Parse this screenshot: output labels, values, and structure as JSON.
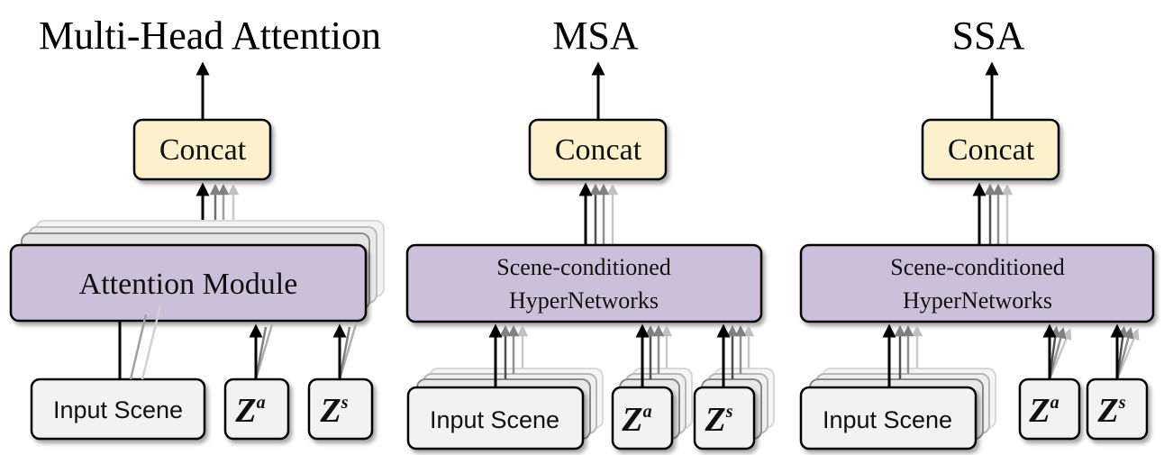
{
  "panels": [
    {
      "title": "Multi-Head Attention",
      "concat_label": "Concat",
      "module_lines": [
        "Attention Module"
      ],
      "input_label": "Input Scene",
      "z_a": {
        "base": "Z",
        "sup": "a"
      },
      "z_s": {
        "base": "Z",
        "sup": "s"
      }
    },
    {
      "title": "MSA",
      "concat_label": "Concat",
      "module_lines": [
        "Scene-conditioned",
        "HyperNetworks"
      ],
      "input_label": "Input Scene",
      "z_a": {
        "base": "Z",
        "sup": "a"
      },
      "z_s": {
        "base": "Z",
        "sup": "s"
      }
    },
    {
      "title": "SSA",
      "concat_label": "Concat",
      "module_lines": [
        "Scene-conditioned",
        "HyperNetworks"
      ],
      "input_label": "Input Scene",
      "z_a": {
        "base": "Z",
        "sup": "a"
      },
      "z_s": {
        "base": "Z",
        "sup": "s"
      }
    }
  ],
  "colors": {
    "concat_fill": "#fdf0cc",
    "module_fill": "#cbc0da",
    "input_fill": "#f2f2f2",
    "border": "#000000"
  }
}
